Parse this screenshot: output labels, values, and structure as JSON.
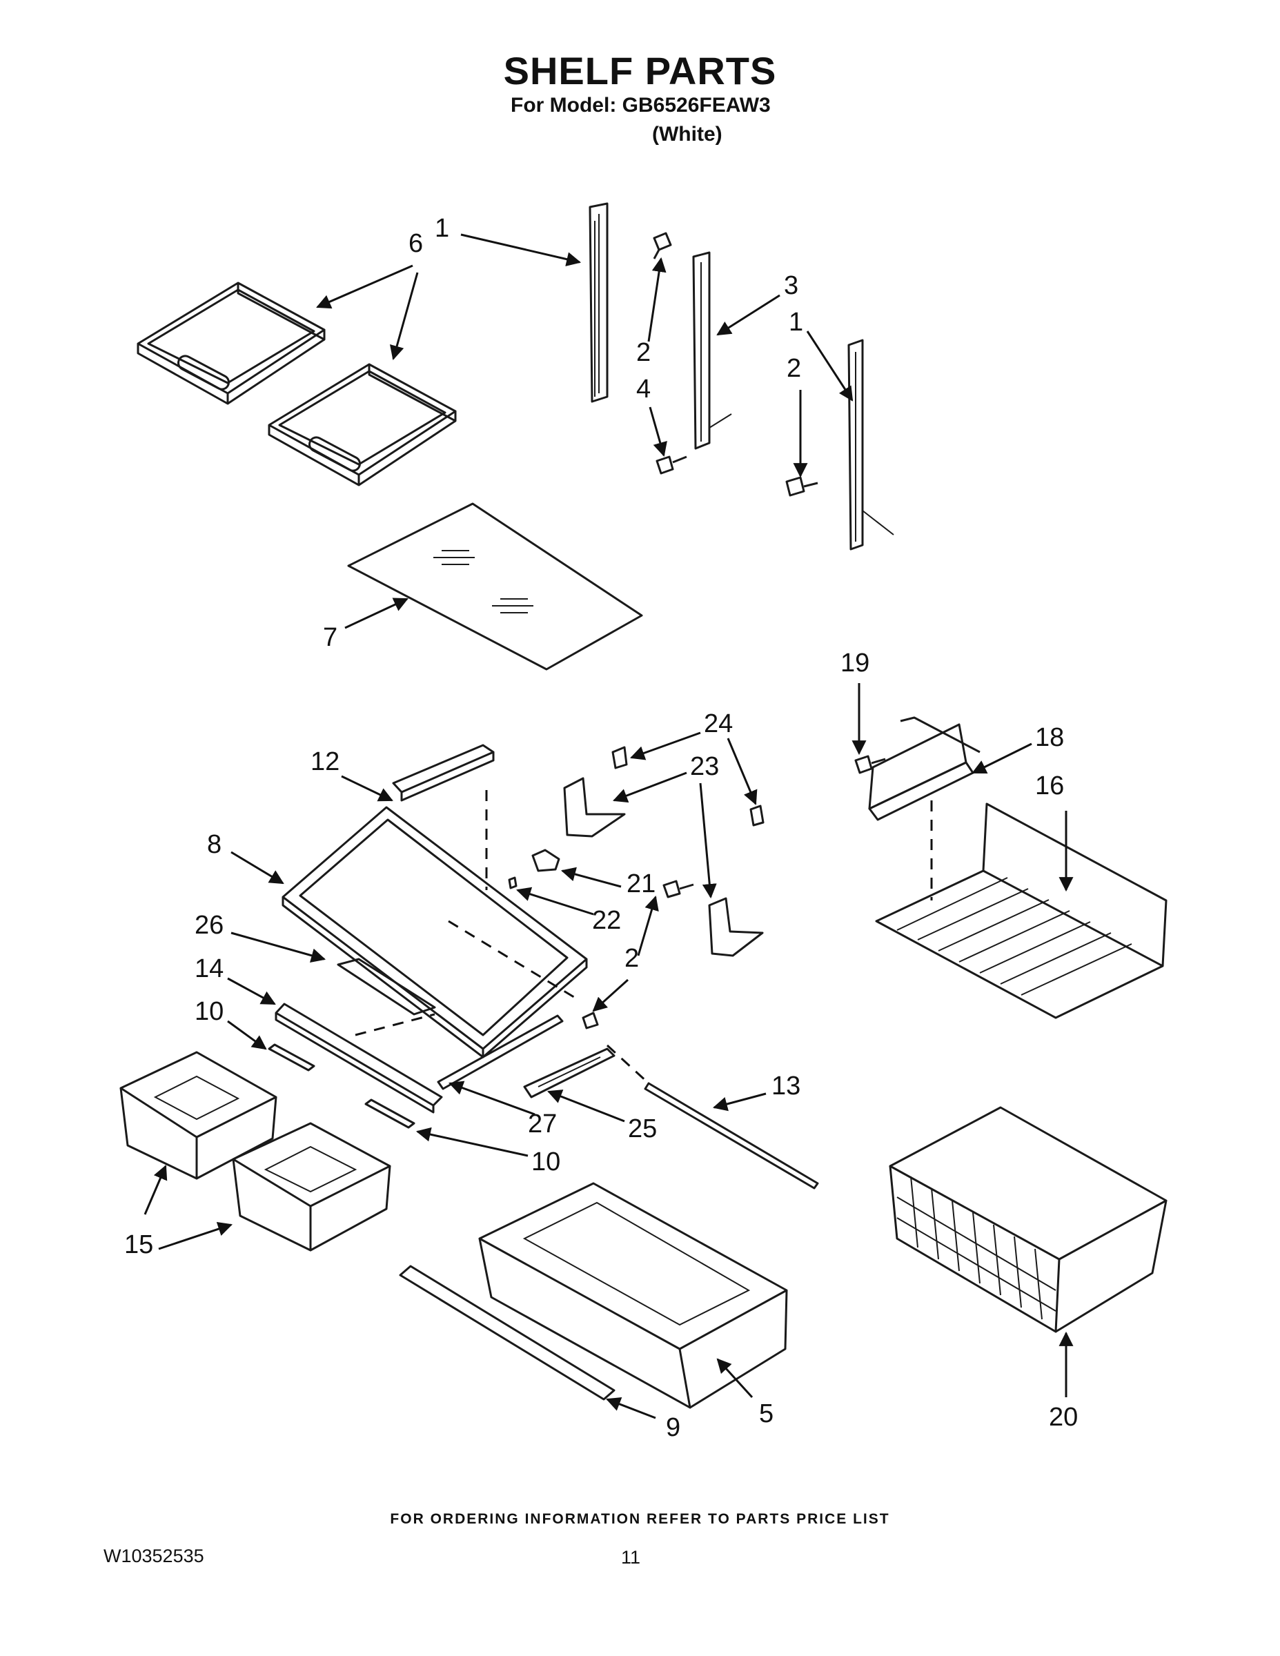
{
  "header": {
    "title": "SHELF PARTS",
    "model_line": "For Model: GB6526FEAW3",
    "color_line": "(White)"
  },
  "callouts": {
    "c1a": "1",
    "c6": "6",
    "c3": "3",
    "c1b": "1",
    "c2a": "2",
    "c2b": "2",
    "c4": "4",
    "c7": "7",
    "c19": "19",
    "c24": "24",
    "c18": "18",
    "c12": "12",
    "c23": "23",
    "c16": "16",
    "c8": "8",
    "c21": "21",
    "c22": "22",
    "c26": "26",
    "c2c": "2",
    "c14": "14",
    "c10a": "10",
    "c13": "13",
    "c27": "27",
    "c25": "25",
    "c10b": "10",
    "c15": "15",
    "c9": "9",
    "c5": "5",
    "c20": "20"
  },
  "footer": {
    "ordering_note": "FOR ORDERING INFORMATION REFER TO PARTS PRICE LIST",
    "document_number": "W10352535",
    "page_number": "11"
  }
}
